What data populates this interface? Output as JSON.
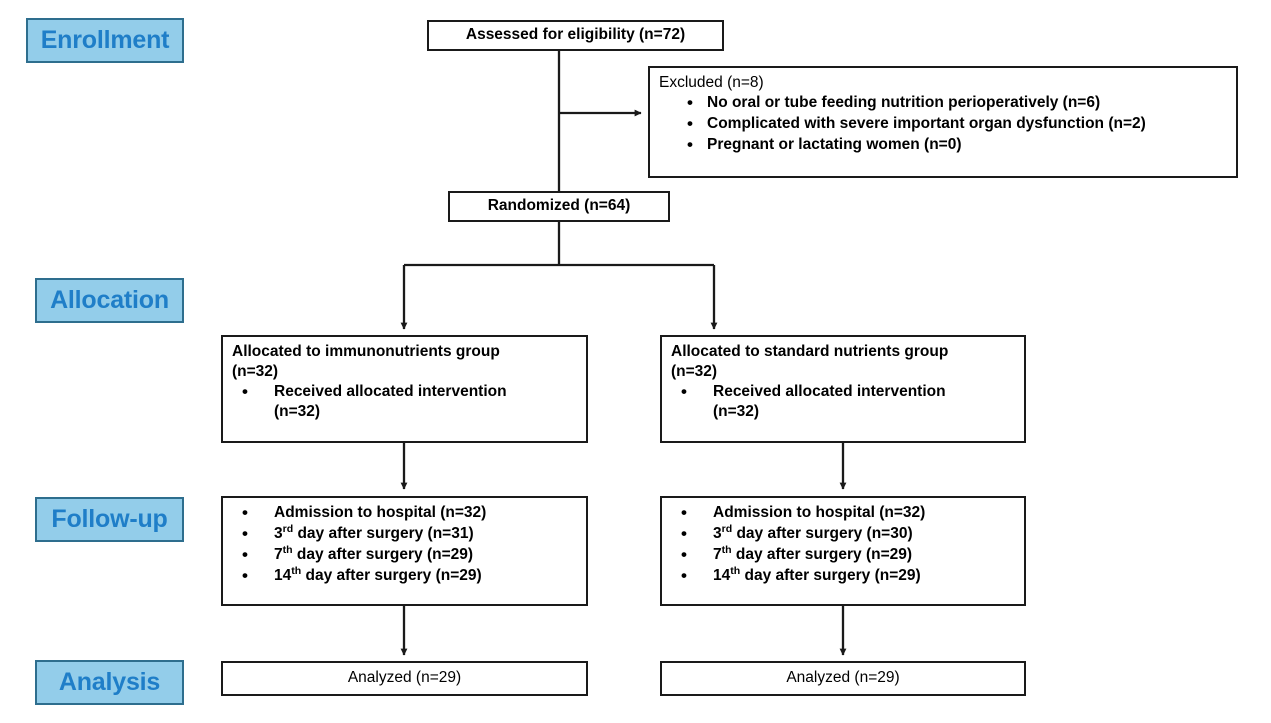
{
  "diagram": {
    "type": "consort-flow-diagram",
    "stages": [
      {
        "id": "enrollment",
        "label": "Enrollment"
      },
      {
        "id": "allocation",
        "label": "Allocation"
      },
      {
        "id": "followup",
        "label": "Follow-up"
      },
      {
        "id": "analysis",
        "label": "Analysis"
      }
    ],
    "colors": {
      "badge_fill": "#93cdea",
      "badge_border": "#2e6e8e",
      "badge_text": "#1f7ec8",
      "box_border": "#1a1a1a",
      "box_fill": "#ffffff",
      "connector": "#1a1a1a"
    },
    "nodes": {
      "assessed": {
        "text": "Assessed for eligibility (n=72)"
      },
      "excluded": {
        "heading": "Excluded (n=8)",
        "items": [
          "No oral or tube feeding nutrition  perioperatively (n=6)",
          "Complicated with severe important organ dysfunction (n=2)",
          "Pregnant or lactating women (n=0)"
        ]
      },
      "randomized": {
        "text": "Randomized (n=64)"
      },
      "alloc_left": {
        "heading": "Allocated to immunonutrients group",
        "heading2": "(n=32)",
        "items": [
          "Received allocated intervention"
        ],
        "item_sub": "(n=32)"
      },
      "alloc_right": {
        "heading": "Allocated to standard nutrients group",
        "heading2": "(n=32)",
        "items": [
          "Received allocated intervention"
        ],
        "item_sub": "(n=32)"
      },
      "followup_left": {
        "items": [
          {
            "label": "Admission to hospital (n=32)"
          },
          {
            "num": "3",
            "ord": "rd",
            "rest": " day after surgery (n=31)"
          },
          {
            "num": "7",
            "ord": "th",
            "rest": " day after surgery (n=29)"
          },
          {
            "num": "14",
            "ord": "th",
            "rest": " day after surgery (n=29)"
          }
        ]
      },
      "followup_right": {
        "items": [
          {
            "label": "Admission to hospital (n=32)"
          },
          {
            "num": "3",
            "ord": "rd",
            "rest": " day after surgery (n=30)"
          },
          {
            "num": "7",
            "ord": "th",
            "rest": " day after surgery (n=29)"
          },
          {
            "num": "14",
            "ord": "th",
            "rest": " day after surgery (n=29)"
          }
        ]
      },
      "analyzed_left": {
        "text": "Analyzed (n=29)"
      },
      "analyzed_right": {
        "text": "Analyzed (n=29)"
      }
    }
  }
}
